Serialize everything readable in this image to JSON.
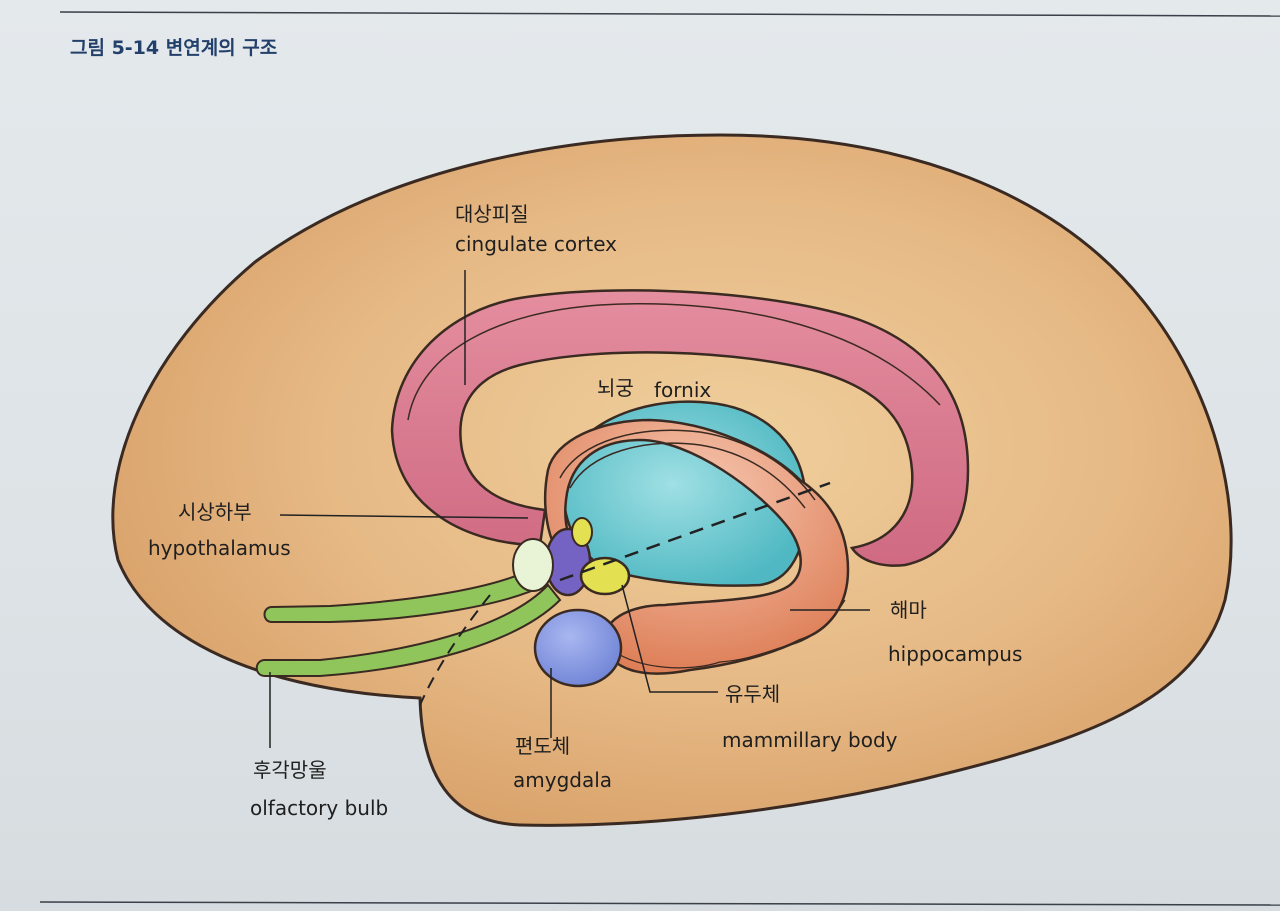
{
  "figure": {
    "title": "그림 5-14 변연계의 구조",
    "colors": {
      "brain": "#e2b07a",
      "cingulate": "#d8788c",
      "thalamus": "#62c4cc",
      "fornix": "#d9936e",
      "hippocampus": "#df8560",
      "amygdala": "#7f94dd",
      "mammillary": "#e3e052",
      "olfactory": "#8fc55a",
      "hypothalamus": "#7563c4",
      "title": "#23406b"
    },
    "labels": {
      "cingulate": {
        "ko": "대상피질",
        "en": "cingulate cortex"
      },
      "fornix": {
        "ko": "뇌궁",
        "en": "fornix"
      },
      "hypothalamus": {
        "ko": "시상하부",
        "en": "hypothalamus"
      },
      "hippocampus": {
        "ko": "해마",
        "en": "hippocampus"
      },
      "mammillary": {
        "ko": "유두체",
        "en": "mammillary body"
      },
      "amygdala": {
        "ko": "편도체",
        "en": "amygdala"
      },
      "olfactory": {
        "ko": "후각망울",
        "en": "olfactory bulb"
      }
    }
  }
}
